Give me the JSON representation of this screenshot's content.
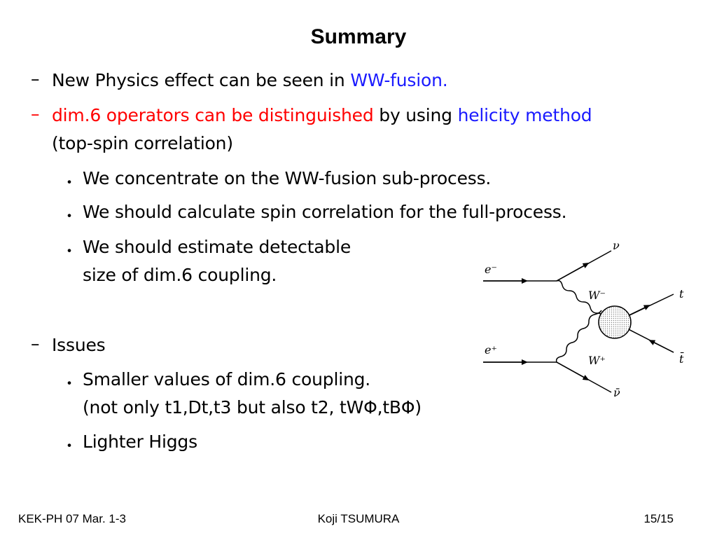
{
  "title": "Summary",
  "bullets": {
    "b1": {
      "dash": "–",
      "text": "New Physics effect can be seen in ",
      "highlight": "WW-fusion."
    },
    "b2": {
      "dash": "–",
      "red": "dim.6 operators can be distinguished",
      "mid": " by using ",
      "blue": "helicity method",
      "cont": "(top-spin correlation)"
    },
    "s1": {
      "dot": "・",
      "text": "We concentrate on the WW-fusion sub-process."
    },
    "s2": {
      "dot": "・",
      "text": "We should calculate spin correlation for the full-process."
    },
    "s3": {
      "dot": "・",
      "line1": "We should estimate detectable",
      "line2": "size of dim.6 coupling."
    },
    "b3": {
      "dash": "–",
      "text": "Issues"
    },
    "s4": {
      "dot": "・",
      "line1": "Smaller values of dim.6 coupling.",
      "line2": "(not only t1,Dt,t3 but also t2, tWΦ,tBΦ)"
    },
    "s5": {
      "dot": "・",
      "text": "Lighter Higgs"
    }
  },
  "diagram": {
    "labels": {
      "e_minus": "e⁻",
      "e_plus": "e⁺",
      "nu": "ν",
      "nubar": "ν̄",
      "w_minus": "W⁻",
      "w_plus": "W⁺",
      "t": "t",
      "tbar": "t̄"
    }
  },
  "footer": {
    "left": "KEK-PH 07 Mar. 1-3",
    "center": "Koji TSUMURA",
    "right": "15/15"
  },
  "colors": {
    "highlight_blue": "#1a1aff",
    "highlight_red": "#ff0000"
  }
}
